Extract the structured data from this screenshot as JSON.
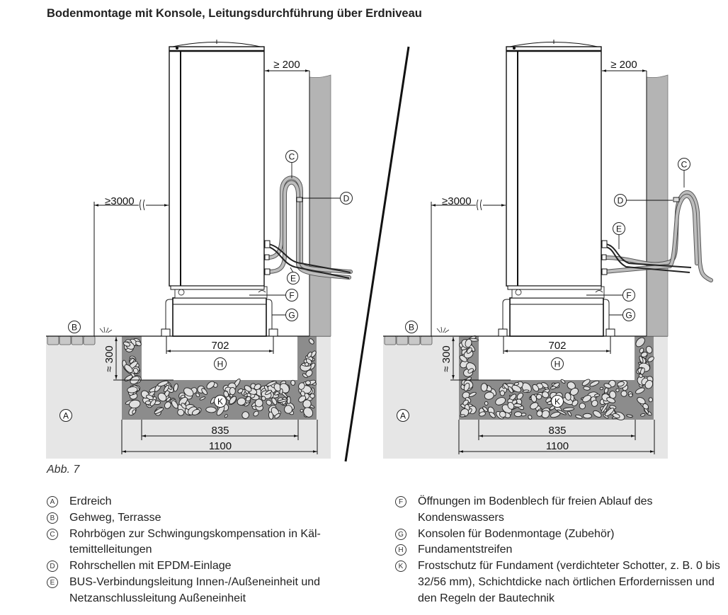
{
  "title": "Bodenmontage mit Konsole, Leitungsdurchführung über Erdniveau",
  "figure_label": "Abb. 7",
  "colors": {
    "earth": "#e6e6e6",
    "wall": "#b4b4b4",
    "gravel": "#8c8c8c",
    "stone": "#e0e0e0",
    "pipe": "#bdbdbd",
    "line": "#111111"
  },
  "diagrams": [
    {
      "name": "left-variant",
      "dims": {
        "clearance_wall": "≥ 200",
        "clearance_front": "≥3000",
        "depth": "≈ 300",
        "console_width": "702",
        "strip_width": "835",
        "total_width": "1100"
      },
      "callouts": [
        "A",
        "B",
        "C",
        "D",
        "E",
        "F",
        "G",
        "H",
        "K"
      ]
    },
    {
      "name": "right-variant",
      "dims": {
        "clearance_wall": "≥ 200",
        "clearance_front": "≥3000",
        "depth": "≈ 300",
        "console_width": "702",
        "strip_width": "835",
        "total_width": "1100"
      },
      "callouts": [
        "A",
        "B",
        "C",
        "D",
        "E",
        "F",
        "G",
        "H",
        "K"
      ]
    }
  ],
  "legend": {
    "left": [
      {
        "key": "A",
        "text": "Erdreich"
      },
      {
        "key": "B",
        "text": "Gehweg, Terrasse"
      },
      {
        "key": "C",
        "text": "Rohrbögen zur Schwingungskompensation in Käl-temittelleitungen"
      },
      {
        "key": "D",
        "text": "Rohrschellen mit EPDM-Einlage"
      },
      {
        "key": "E",
        "text": "BUS-Verbindungsleitung Innen-/Außeneinheit und Netzanschlussleitung Außeneinheit"
      }
    ],
    "right": [
      {
        "key": "F",
        "text": "Öffnungen im Bodenblech für freien Ablauf des Kondenswassers"
      },
      {
        "key": "G",
        "text": "Konsolen für Bodenmontage (Zubehör)"
      },
      {
        "key": "H",
        "text": "Fundamentstreifen"
      },
      {
        "key": "K",
        "text": "Frostschutz für Fundament (verdichteter Schotter, z. B. 0 bis 32/56 mm), Schichtdicke nach örtlichen Erfordernissen und den Regeln der Bautechnik"
      }
    ]
  }
}
